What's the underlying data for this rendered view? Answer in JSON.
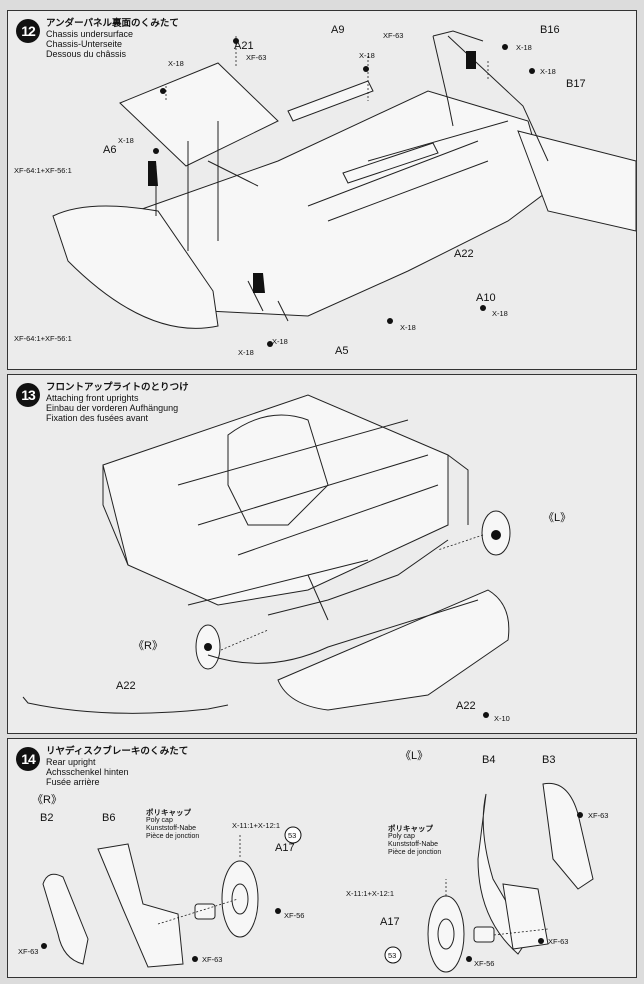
{
  "step12": {
    "number": "12",
    "title_jp": "アンダーパネル裏面のくみたて",
    "title_en": "Chassis undersurface",
    "title_de": "Chassis-Unterseite",
    "title_fr": "Dessous du châssis",
    "labels": {
      "a21": "A21",
      "a9": "A9",
      "b16": "B16",
      "b17": "B17",
      "a6": "A6",
      "a22": "A22",
      "a10": "A10",
      "a5": "A5",
      "x18_a": "X-18",
      "xf63_a": "XF-63",
      "x18_b": "X-18",
      "xf63_b": "XF-63",
      "x18_c": "X-18",
      "x18_d": "X-18",
      "x18_e": "X-18",
      "xf64_a": "XF-64:1+XF-56:1",
      "x18_f": "X-18",
      "x18_g": "X-18",
      "x18_h": "X-18",
      "xf64_b": "XF-64:1+XF-56:1",
      "x18_i": "X-18"
    }
  },
  "step13": {
    "number": "13",
    "title_jp": "フロントアップライトのとりつけ",
    "title_en": "Attaching front uprights",
    "title_de": "Einbau der vorderen Aufhängung",
    "title_fr": "Fixation des fusées avant",
    "labels": {
      "left": "《L》",
      "right": "《R》",
      "a22_rod": "A22",
      "a22_part": "A22",
      "x10": "X-10"
    }
  },
  "step14": {
    "number": "14",
    "title_jp": "リヤディスクブレーキのくみたて",
    "title_en": "Rear upright",
    "title_de": "Achsschenkel hinten",
    "title_fr": "Fusée arrière",
    "labels": {
      "right": "《R》",
      "left": "《L》",
      "b2": "B2",
      "b6": "B6",
      "b4": "B4",
      "b3": "B3",
      "a17_r": "A17",
      "a17_l": "A17",
      "xf63_r": "XF-63",
      "xf63_r2": "XF-63",
      "xf56_r": "XF-56",
      "xf63_l": "XF-63",
      "xf63_l2": "XF-63",
      "xf56_l": "XF-56",
      "mix_r": "X-11:1+X-12:1",
      "mix_l": "X-11:1+X-12:1",
      "num53_r": "53",
      "num53_l": "53"
    },
    "polycap": {
      "jp": "ポリキャップ",
      "en": "Poly cap",
      "de": "Kunststoff-Nabe",
      "fr": "Pièce de jonction"
    }
  }
}
